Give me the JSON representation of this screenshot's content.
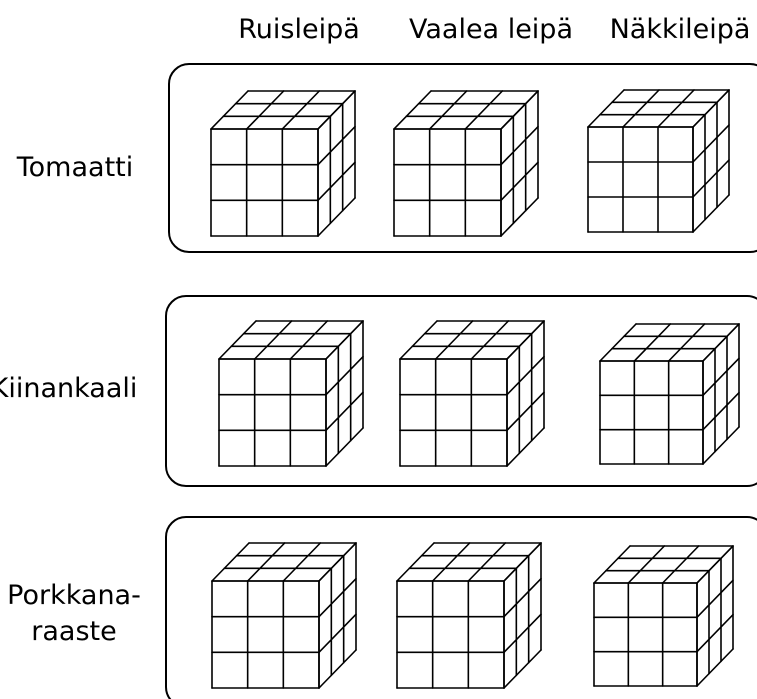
{
  "columns": [
    "Ruisleipä",
    "Vaalea leipä",
    "Näkkileipä"
  ],
  "rows": [
    {
      "label_lines": [
        "Tomaatti"
      ]
    },
    {
      "label_lines": [
        "Kiinankaali"
      ]
    },
    {
      "label_lines": [
        "Porkkana-",
        "raaste"
      ]
    }
  ],
  "cube": {
    "grid_divisions": 3
  },
  "colors": {
    "stroke": "#000000",
    "background": "#ffffff"
  }
}
